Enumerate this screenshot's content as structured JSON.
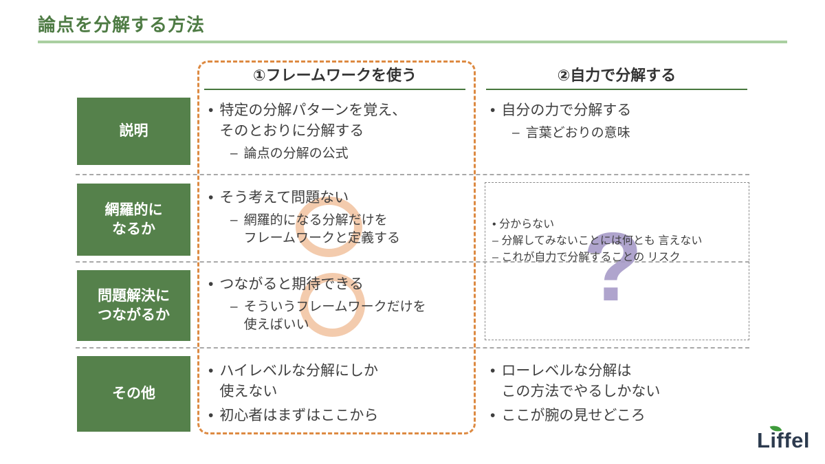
{
  "title": "論点を分解する方法",
  "columns": {
    "framework": {
      "label": "①フレームワークを使う"
    },
    "self": {
      "label": "②自力で分解する"
    }
  },
  "rows": {
    "setsumei": {
      "label": "説明"
    },
    "mourateki": {
      "label": "網羅的に\nなるか"
    },
    "mondaikaiketsu": {
      "label": "問題解決に\nつながるか"
    },
    "sonota": {
      "label": "その他"
    }
  },
  "cells": {
    "framework_setsumei": {
      "bullet1": "特定の分解パターンを覚え、\nそのとおりに分解する",
      "sub1": "論点の分解の公式"
    },
    "self_setsumei": {
      "bullet1": "自分の力で分解する",
      "sub1": "言葉どおりの意味"
    },
    "framework_mourateki": {
      "bullet1": "そう考えて問題ない",
      "sub1": "網羅的になる分解だけを\nフレームワークと定義する"
    },
    "framework_mondaikaiketsu": {
      "bullet1": "つながると期待できる",
      "sub1": "そういうフレームワークだけを\n使えばいい"
    },
    "self_wakaranai": {
      "bullet1": "分からない",
      "sub1": "分解してみないことには何とも\n言えない",
      "sub2": "これが自力で分解することの\nリスク"
    },
    "framework_sonota": {
      "bullet1": "ハイレベルな分解にしか\n使えない",
      "bullet2": "初心者はまずはここから"
    },
    "self_sonota": {
      "bullet1": "ローレベルな分解は\nこの方法でやるしかない",
      "bullet2": "ここが腕の見せどころ"
    }
  },
  "markers": {
    "bullet": "•",
    "dash": "–"
  },
  "annotations": {
    "question_mark": "?"
  },
  "logo": {
    "text": "Liffel"
  },
  "colors": {
    "green_box": "#55814b",
    "title_green": "#4e7b44",
    "light_green_rule": "#aacfa1",
    "header_rule_green": "#46763c",
    "orange_dashed": "#dd8a42",
    "ring_orange": "#eaa069",
    "purple_question": "#a79bc8",
    "body_text": "#3f3f3f"
  }
}
